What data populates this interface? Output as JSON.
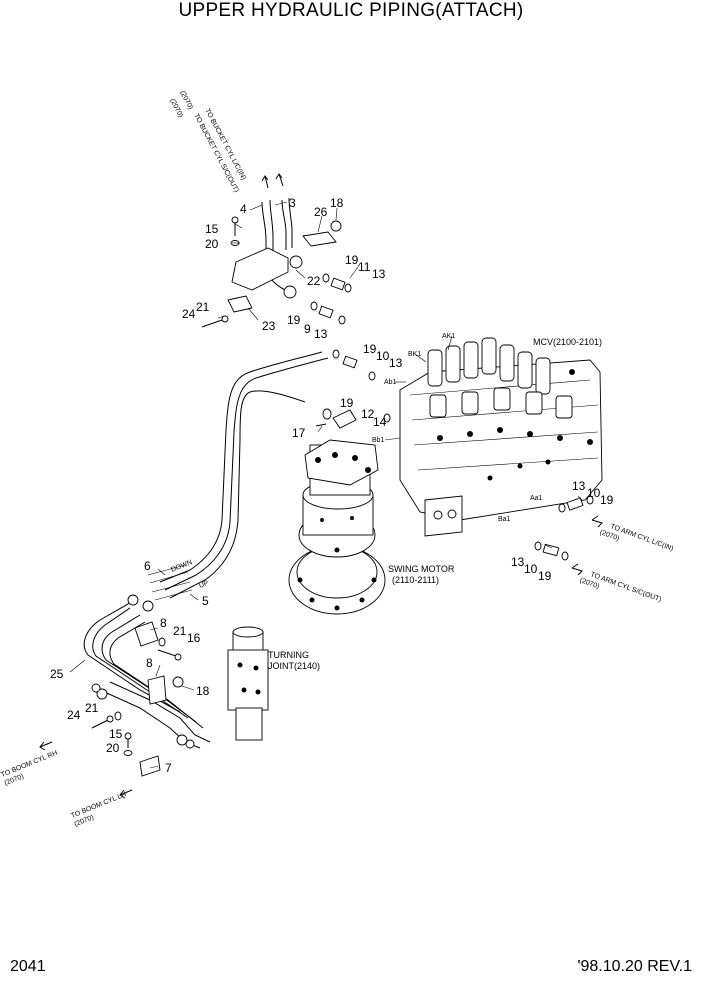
{
  "title": "UPPER HYDRAULIC PIPING(ATTACH)",
  "page_number": "2041",
  "revision": "'98.10.20 REV.1",
  "assemblies": {
    "mcv": "MCV(2100-2101)",
    "swing_motor_1": "SWING MOTOR",
    "swing_motor_2": "(2110-2111)",
    "turning_joint_1": "TURNING",
    "turning_joint_2": "JOINT(2140)"
  },
  "destinations": {
    "bucket_in_1": "TO BUCKET CYL L/C(IN)",
    "bucket_in_2": "(2070)",
    "bucket_out_1": "TO BUCKET CYL S/C(OUT)",
    "bucket_out_2": "(2070)",
    "arm_in_1": "TO ARM CYL L/C(IN)",
    "arm_in_2": "(2070)",
    "arm_out_1": "TO ARM CYL S/C(OUT)",
    "arm_out_2": "(2070)",
    "boom_rh_1": "TO BOOM CYL RH",
    "boom_rh_2": "(2070)",
    "boom_lh_1": "TO BOOM CYL LH",
    "boom_lh_2": "(2070)"
  },
  "ports": {
    "ak1": "AK1",
    "bk1": "BK1",
    "ab1": "Ab1",
    "bb1": "Bb1",
    "aa1": "Aa1",
    "ba1": "Ba1"
  },
  "hose_marks": {
    "down": "DOWN",
    "up": "UP"
  },
  "callouts": {
    "c4": "4",
    "c3": "3",
    "c26": "26",
    "c18a": "18",
    "c15a": "15",
    "c20a": "20",
    "c19a": "19",
    "c11": "11",
    "c13a": "13",
    "c22": "22",
    "c24a": "24",
    "c21a": "21",
    "c23": "23",
    "c19b": "19",
    "c9": "9",
    "c13b": "13",
    "c19c": "19",
    "c10a": "10",
    "c13c": "13",
    "c19d": "19",
    "c12": "12",
    "c14": "14",
    "c17": "17",
    "c13d": "13",
    "c10b": "10",
    "c19e": "19",
    "c13e": "13",
    "c10c": "10",
    "c19f": "19",
    "c6": "6",
    "c5": "5",
    "c8a": "8",
    "c21b": "21",
    "c16": "16",
    "c8b": "8",
    "c25": "25",
    "c18b": "18",
    "c24b": "24",
    "c21c": "21",
    "c15b": "15",
    "c20b": "20",
    "c7": "7"
  }
}
